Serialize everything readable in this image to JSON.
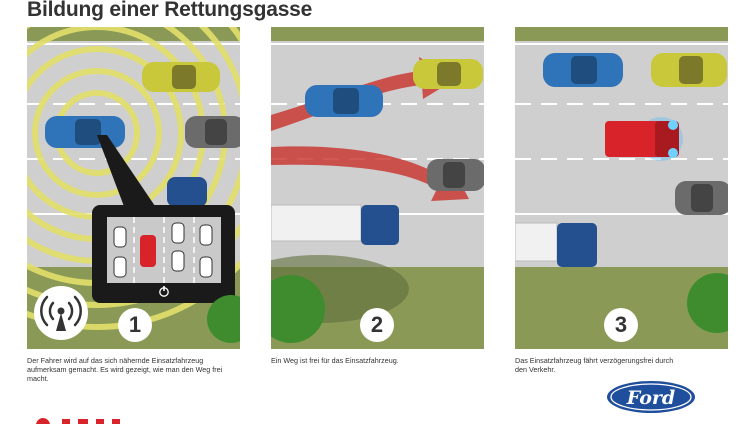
{
  "page": {
    "title": "Bildung einer Rettungsgasse"
  },
  "steps": [
    {
      "number": "1",
      "caption": "Der Fahrer wird auf das sich nähernde Einsatzfahrzeug aufmerksam gemacht. Es wird gezeigt, wie man den Weg frei macht."
    },
    {
      "number": "2",
      "caption": "Ein Weg ist frei für das Einsatzfahrzeug."
    },
    {
      "number": "3",
      "caption": "Das Einsatzfahrzeug fährt verzögerungsfrei durch den Verkehr."
    }
  ],
  "brand": {
    "logo_text": "Ford"
  },
  "colors": {
    "road": "#cfcfcf",
    "grass": "#8a9a56",
    "signal_rings": "#e2df6a",
    "car_yellow": "#c8c83a",
    "car_blue": "#2f73b8",
    "car_gray": "#6b6b6b",
    "car_dark_blue": "#25508f",
    "ambulance_red": "#d8232a",
    "beacon_blue": "#49b6ff",
    "arrow_red": "#c8302a",
    "ford_blue": "#1f4e9c"
  },
  "icons": [
    "antenna-signal-icon",
    "power-icon",
    "ford-logo"
  ]
}
